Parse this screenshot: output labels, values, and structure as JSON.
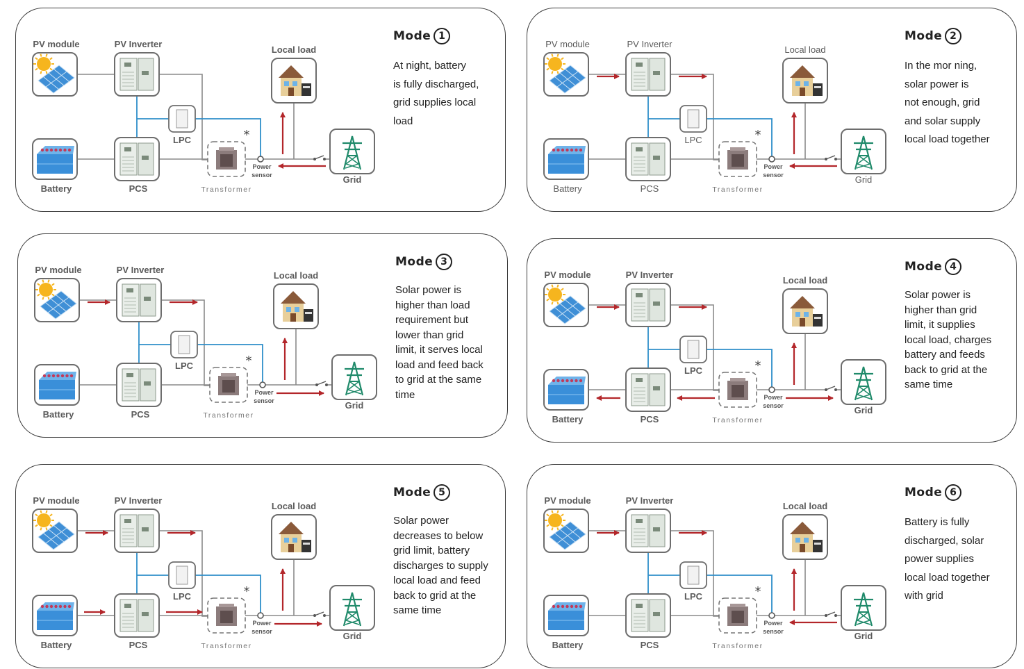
{
  "colors": {
    "wire": "#8a8a8a",
    "comm_wire": "#2f8fca",
    "arrow": "#b3262a",
    "frame": "#3a3a3a",
    "pylon": "#1f8a6a"
  },
  "icons": [
    "pv-module-icon",
    "inverter-icon",
    "battery-icon",
    "pcs-icon",
    "lpc-icon",
    "house-icon",
    "pylon-icon",
    "transformer-icon",
    "switch-icon"
  ],
  "modes": [
    {
      "title": "Mode",
      "number": "1",
      "description_lines": [
        "At night, battery",
        "is fully discharged,",
        "grid supplies local",
        "load"
      ],
      "labels": {
        "pv_module": "PV module",
        "pv_inverter": "PV Inverter",
        "local_load": "Local load",
        "battery": "Battery",
        "pcs": "PCS",
        "lpc": "LPC",
        "transformer": "Transformer",
        "power": "Power",
        "sensor": "sensor",
        "grid": "Grid",
        "star": "*"
      },
      "bold_labels": true
    },
    {
      "title": "Mode",
      "number": "2",
      "description_lines": [
        "In the mor ning,",
        "solar power is",
        "not enough, grid",
        "and solar supply",
        "local load together"
      ],
      "labels": {
        "pv_module": "PV module",
        "pv_inverter": "PV Inverter",
        "local_load": "Local load",
        "battery": "Battery",
        "pcs": "PCS",
        "lpc": "LPC",
        "transformer": "Transformer",
        "power": "Power",
        "sensor": "sensor",
        "grid": "Grid",
        "star": "*"
      },
      "bold_labels": false
    },
    {
      "title": "Mode",
      "number": "3",
      "description_lines": [
        "Solar power is",
        "higher than load",
        "requirement but",
        "lower than grid",
        "limit, it serves local",
        "load and feed back",
        "to grid at the same",
        "time"
      ],
      "labels": {
        "pv_module": "PV module",
        "pv_inverter": "PV Inverter",
        "local_load": "Local load",
        "battery": "Battery",
        "pcs": "PCS",
        "lpc": "LPC",
        "transformer": "Transformer",
        "power": "Power",
        "sensor": "sensor",
        "grid": "Grid",
        "star": "*"
      },
      "bold_labels": true
    },
    {
      "title": "Mode",
      "number": "4",
      "description_lines": [
        "Solar power is",
        "higher than grid",
        "limit, it supplies",
        "local load, charges",
        "battery and feeds",
        "back to grid at the",
        "same time"
      ],
      "labels": {
        "pv_module": "PV module",
        "pv_inverter": "PV Inverter",
        "local_load": "Local load",
        "battery": "Battery",
        "pcs": "PCS",
        "lpc": "LPC",
        "transformer": "Transformer",
        "power": "Power",
        "sensor": "sensor",
        "grid": "Grid",
        "star": "*"
      },
      "bold_labels": true
    },
    {
      "title": "Mode",
      "number": "5",
      "description_lines": [
        "Solar power",
        "decreases to below",
        "grid limit, battery",
        "discharges to supply",
        "local load and feed",
        "back to grid at the",
        "same time"
      ],
      "labels": {
        "pv_module": "PV module",
        "pv_inverter": "PV Inverter",
        "local_load": "Local load",
        "battery": "Battery",
        "pcs": "PCS",
        "lpc": "LPC",
        "transformer": "Transformer",
        "power": "Power",
        "sensor": "sensor",
        "grid": "Grid",
        "star": "*"
      },
      "bold_labels": true
    },
    {
      "title": "Mode",
      "number": "6",
      "description_lines": [
        "Battery is fully",
        "discharged, solar",
        "power supplies",
        "local load together",
        "with grid"
      ],
      "labels": {
        "pv_module": "PV module",
        "pv_inverter": "PV Inverter",
        "local_load": "Local load",
        "battery": "Battery",
        "pcs": "PCS",
        "lpc": "LPC",
        "transformer": "Transformer",
        "power": "Power",
        "sensor": "sensor",
        "grid": "Grid",
        "star": "*"
      },
      "bold_labels": true
    }
  ]
}
